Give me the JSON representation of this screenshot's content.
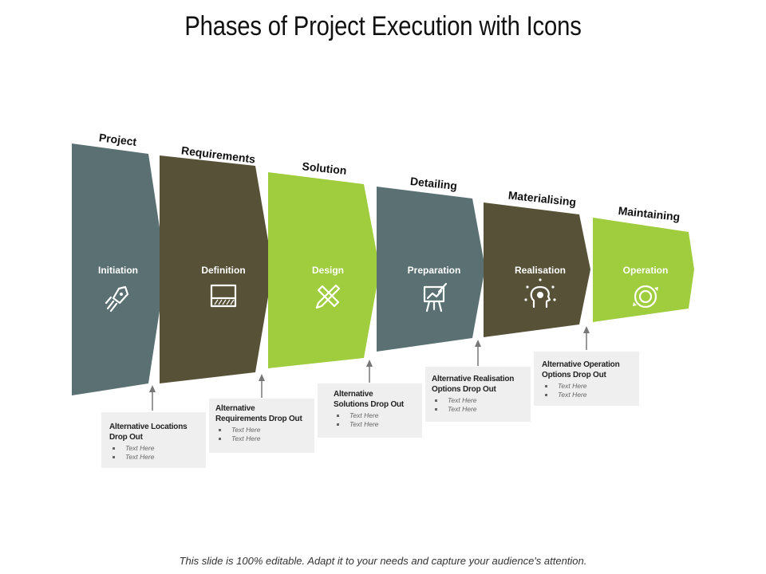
{
  "title": "Phases of Project Execution with Icons",
  "footer": "This slide is 100% editable.  Adapt it to your needs and capture your audience's attention.",
  "colors": {
    "slate": "#5a7073",
    "olive": "#575137",
    "green": "#9fcd3e",
    "arrow": "#777777",
    "box": "#efefef"
  },
  "phases": [
    {
      "header": "Project",
      "label": "Initiation",
      "icon": "rocket-icon",
      "color": "slate",
      "box": {
        "title": "Alternative Locations\nDrop Out",
        "items": [
          "Text Here",
          "Text Here"
        ]
      }
    },
    {
      "header": "Requirements",
      "label": "Definition",
      "icon": "monitor-icon",
      "color": "olive",
      "box": {
        "title": "Alternative\nRequirements Drop Out",
        "items": [
          "Text Here",
          "Text Here"
        ]
      }
    },
    {
      "header": "Solution",
      "label": "Design",
      "icon": "pencil-ruler-icon",
      "color": "green",
      "box": {
        "title": "Alternative\nSolutions Drop Out",
        "items": [
          "Text Here",
          "Text Here"
        ]
      }
    },
    {
      "header": "Detailing",
      "label": "Preparation",
      "icon": "easel-chart-icon",
      "color": "slate",
      "box": {
        "title": "Alternative Realisation\nOptions Drop Out",
        "items": [
          "Text Here",
          "Text Here"
        ]
      }
    },
    {
      "header": "Materialising",
      "label": "Realisation",
      "icon": "head-gear-icon",
      "color": "olive",
      "box": {
        "title": "Alternative Operation\nOptions  Drop Out",
        "items": [
          "Text Here",
          "Text Here"
        ]
      }
    },
    {
      "header": "Maintaining",
      "label": "Operation",
      "icon": "cycle-icon",
      "color": "green",
      "box": {
        "title": "",
        "items": []
      }
    }
  ]
}
